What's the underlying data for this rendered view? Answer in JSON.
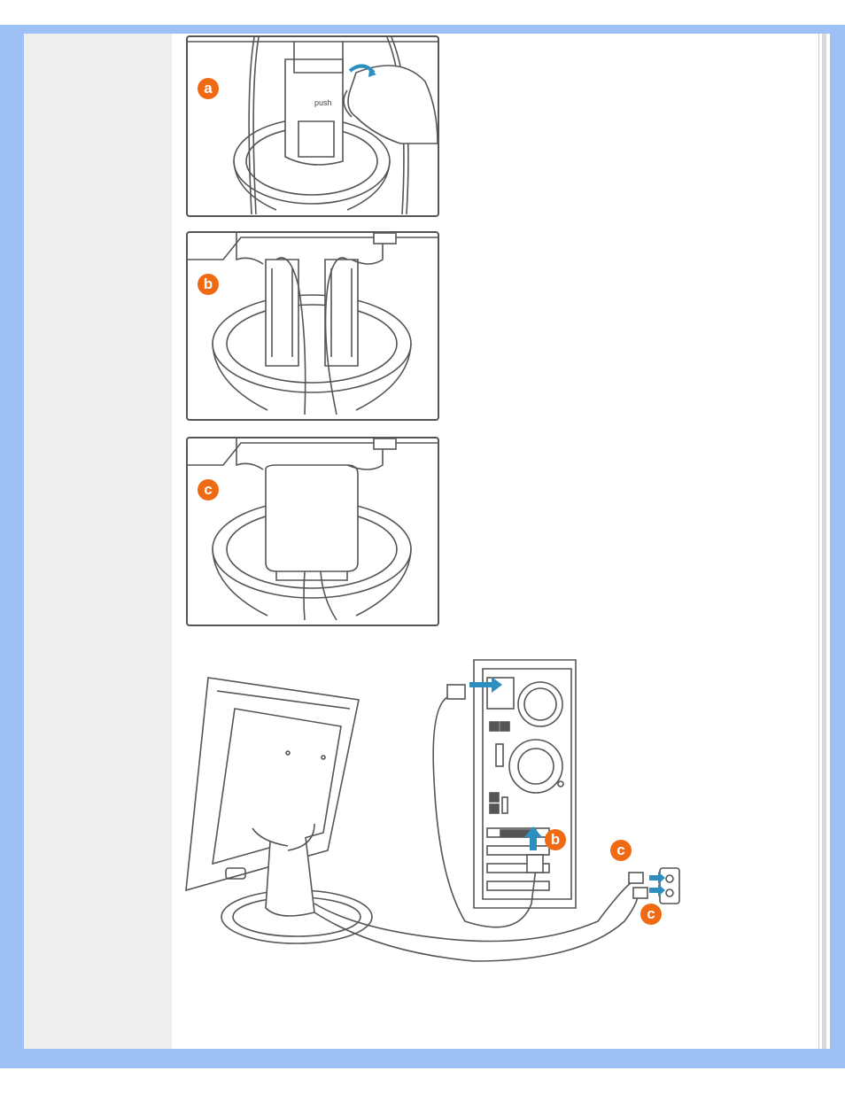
{
  "colors": {
    "frame": "#9dc0f5",
    "sidebar": "#eeeeee",
    "badge": "#f06a14",
    "arrow": "#2d8fbf",
    "line": "#555555"
  },
  "steps": [
    {
      "label": "a",
      "icon": "hand-push-icon",
      "push_text": "push"
    },
    {
      "label": "b",
      "icon": "cable-clip-open-icon"
    },
    {
      "label": "c",
      "icon": "cable-clip-closed-icon"
    }
  ],
  "connection": {
    "badges": [
      "b",
      "c",
      "c"
    ],
    "icons": [
      "monitor-rear-icon",
      "pc-tower-icon",
      "wall-outlet-icon",
      "power-plug-icon",
      "vga-connector-icon"
    ]
  }
}
